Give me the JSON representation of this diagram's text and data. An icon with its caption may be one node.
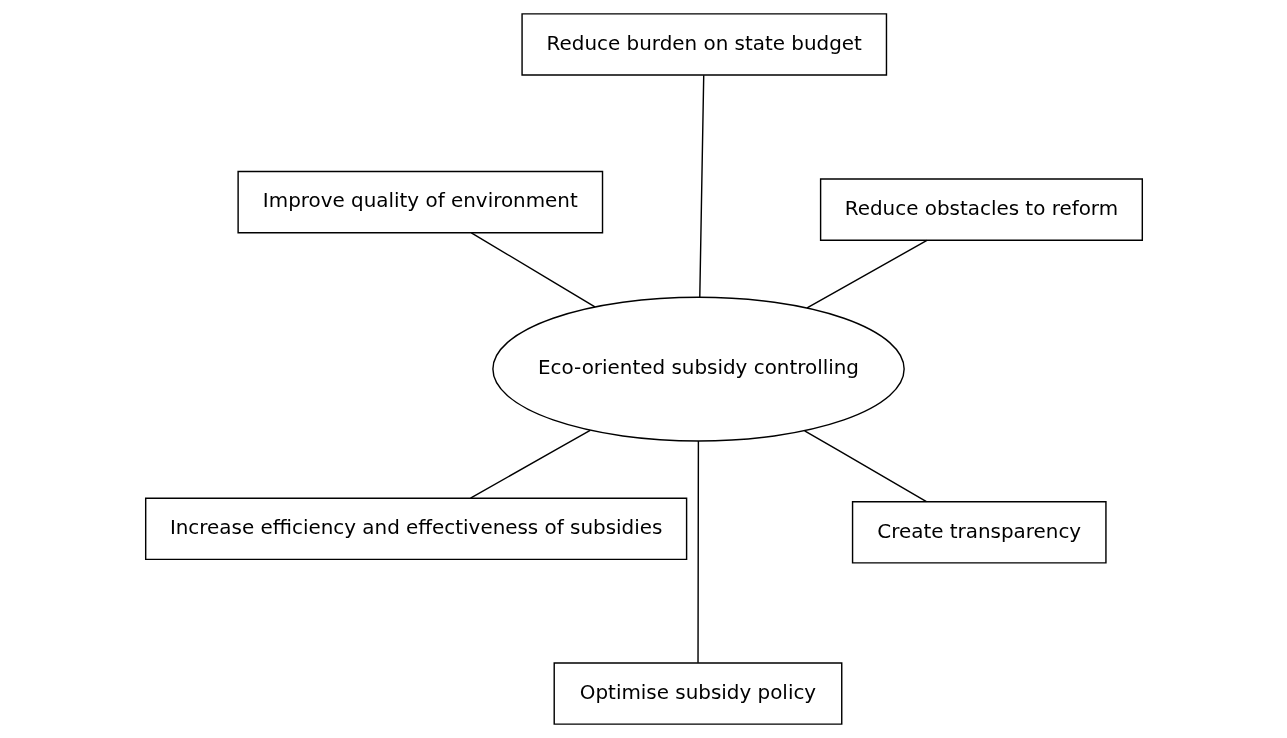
{
  "diagram": {
    "nodes": [
      {
        "text": [
          "Eco-oriented subsidy controlling"
        ]
      },
      {
        "text": [
          "Create transparency"
        ]
      },
      {
        "text": [
          "Optimise subsidy policy"
        ]
      },
      {
        "text": [
          "Improve quality of environment"
        ]
      },
      {
        "text": [
          "Reduce obstacles to reform"
        ]
      },
      {
        "text": [
          "Reduce burden on state budget"
        ]
      },
      {
        "text": [
          "Increase efficiency and effectiveness of subsidies"
        ]
      }
    ],
    "edges": [
      {
        "from": 0,
        "to": 1,
        "arrow": "none"
      },
      {
        "from": 0,
        "to": 2,
        "arrow": "none"
      },
      {
        "from": 0,
        "to": 3,
        "arrow": "none"
      },
      {
        "from": 0,
        "to": 4,
        "arrow": "none"
      },
      {
        "from": 0,
        "to": 5,
        "arrow": "none"
      },
      {
        "from": 0,
        "to": 6,
        "arrow": "none"
      }
    ]
  }
}
